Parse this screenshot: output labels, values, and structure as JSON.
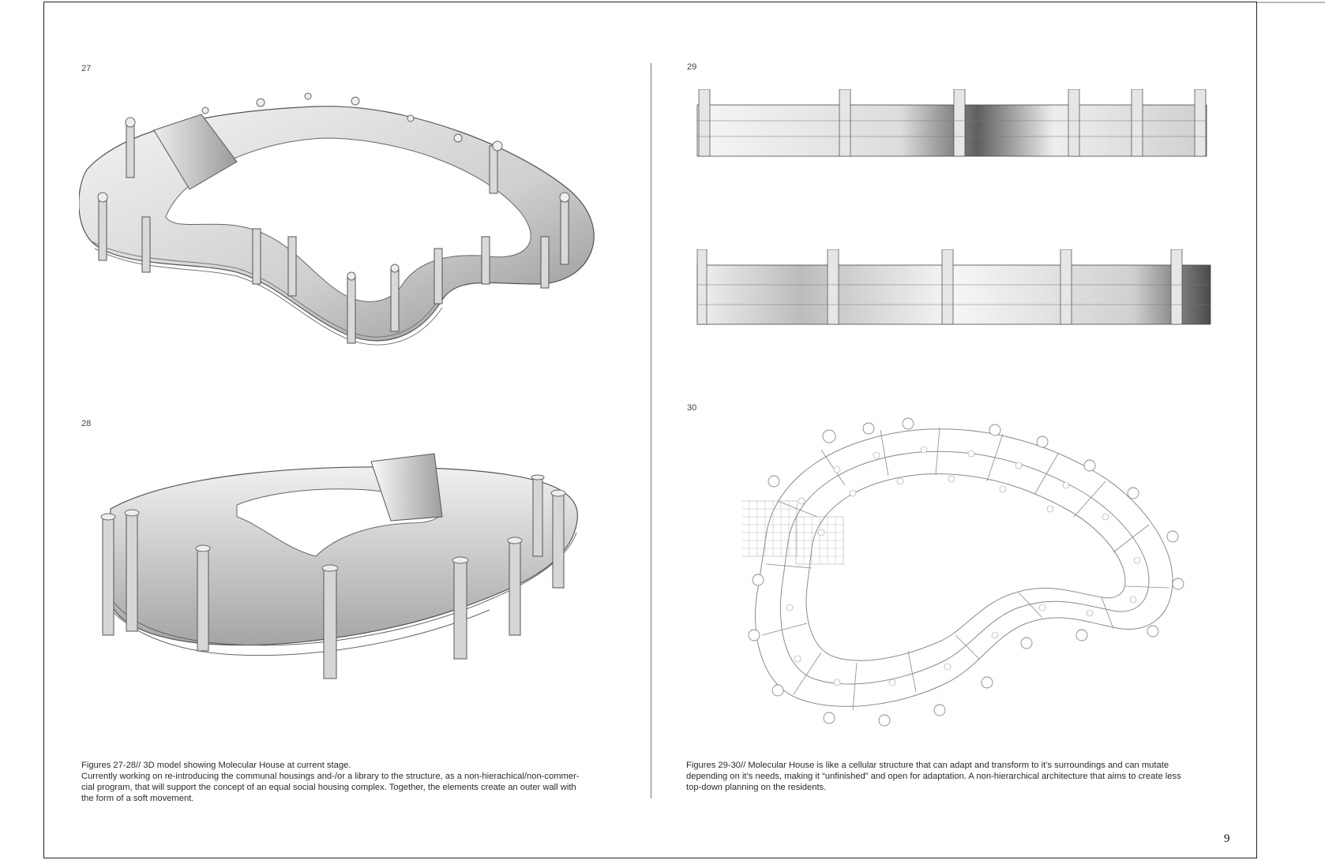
{
  "figures": {
    "fig27": {
      "number": "27"
    },
    "fig28": {
      "number": "28"
    },
    "fig29": {
      "number": "29"
    },
    "fig30": {
      "number": "30"
    }
  },
  "captions": {
    "left": {
      "line1": "Figures 27-28// 3D model showing Molecular House at current stage.",
      "line2": "Currently working on re-introducing the communal housings and-/or a library to the structure, as a non-hierachical/non-commer-",
      "line3": "cial program, that will support the concept of an equal social housing complex. Together, the elements create an outer wall with",
      "line4": "the form of a soft movement."
    },
    "right": {
      "line1": "Figures 29-30// Molecular House is like a cellular structure that can adapt and transform to it’s surroundings and can mutate",
      "line2": "depending on it’s needs, making it “unfinished” and open for adaptation. A non-hierarchical architecture that aims to create less",
      "line3": "top-down planning on the residents."
    }
  },
  "page_number": "9"
}
